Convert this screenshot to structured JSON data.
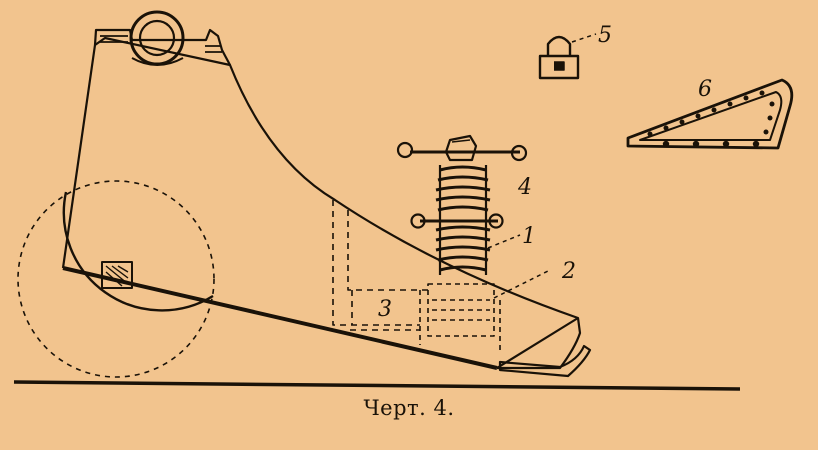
{
  "background_color": "#f2c48e",
  "ink_color": "#1a1208",
  "labels": {
    "l1": "1",
    "l2": "2",
    "l3": "3",
    "l4": "4",
    "l5": "5",
    "l6": "6"
  },
  "caption": "Черт. 4."
}
